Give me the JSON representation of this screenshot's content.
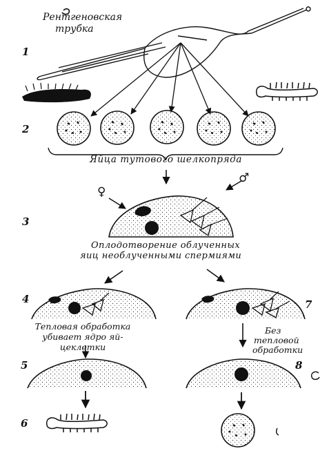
{
  "labels": {
    "xray_tube_1": "Рентгеновская",
    "xray_tube_2": "трубка",
    "eggs": "Яйца тутового шелкопряда",
    "fert_1": "Оплодотворение облученных",
    "fert_2": "яиц необлученными спермиями",
    "heat_1": "Тепловая обработка",
    "heat_2": "убивает ядро яй-",
    "heat_3": "цеклетки",
    "noheat_1": "Без",
    "noheat_2": "тепловой",
    "noheat_3": "обработки",
    "female": "♀",
    "male": "♂"
  },
  "step_numbers": [
    "1",
    "2",
    "3",
    "4",
    "5",
    "6",
    "7",
    "8"
  ]
}
